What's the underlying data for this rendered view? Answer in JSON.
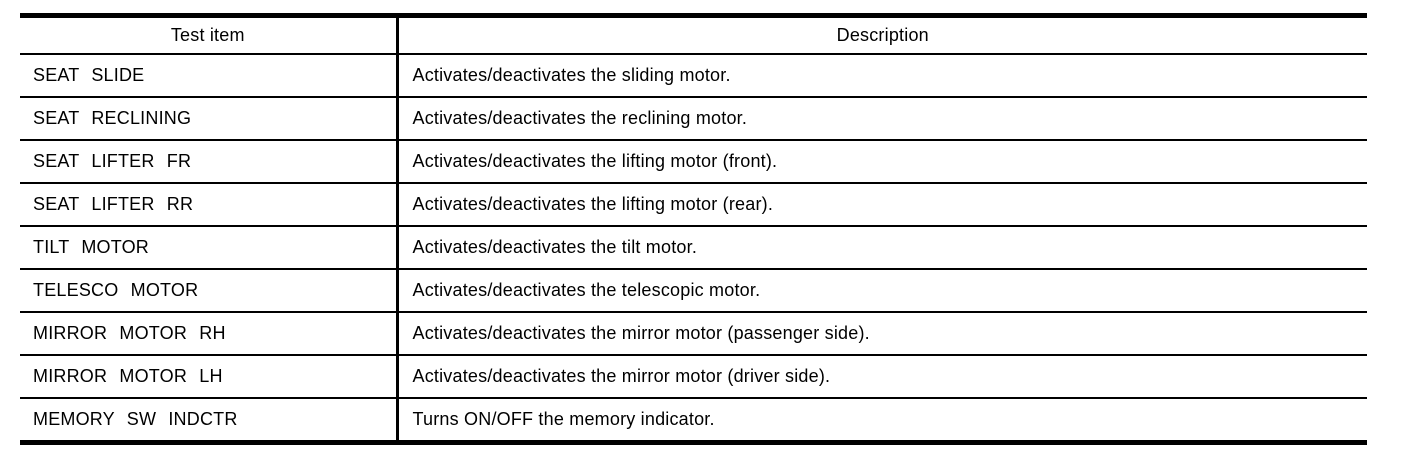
{
  "page": {
    "background": "#ffffff"
  },
  "table": {
    "title": "active-test-table",
    "header": {
      "test_item": "Test item",
      "description": "Description"
    },
    "rows": [
      {
        "test_item": "SEAT SLIDE",
        "description": "Activates/deactivates the sliding motor."
      },
      {
        "test_item": "SEAT RECLINING",
        "description": "Activates/deactivates the reclining motor."
      },
      {
        "test_item": "SEAT LIFTER FR",
        "description": "Activates/deactivates the lifting motor (front)."
      },
      {
        "test_item": "SEAT LIFTER RR",
        "description": "Activates/deactivates the lifting motor (rear)."
      },
      {
        "test_item": "TILT MOTOR",
        "description": "Activates/deactivates the tilt motor."
      },
      {
        "test_item": "TELESCO MOTOR",
        "description": "Activates/deactivates the telescopic motor."
      },
      {
        "test_item": "MIRROR MOTOR RH",
        "description": "Activates/deactivates the mirror motor (passenger side)."
      },
      {
        "test_item": "MIRROR MOTOR LH",
        "description": "Activates/deactivates the mirror motor (driver side)."
      },
      {
        "test_item": "MEMORY SW INDCTR",
        "description": "Turns ON/OFF the memory indicator."
      }
    ],
    "colors": {
      "border": "#000000",
      "text": "#000000",
      "background": "#ffffff"
    }
  }
}
